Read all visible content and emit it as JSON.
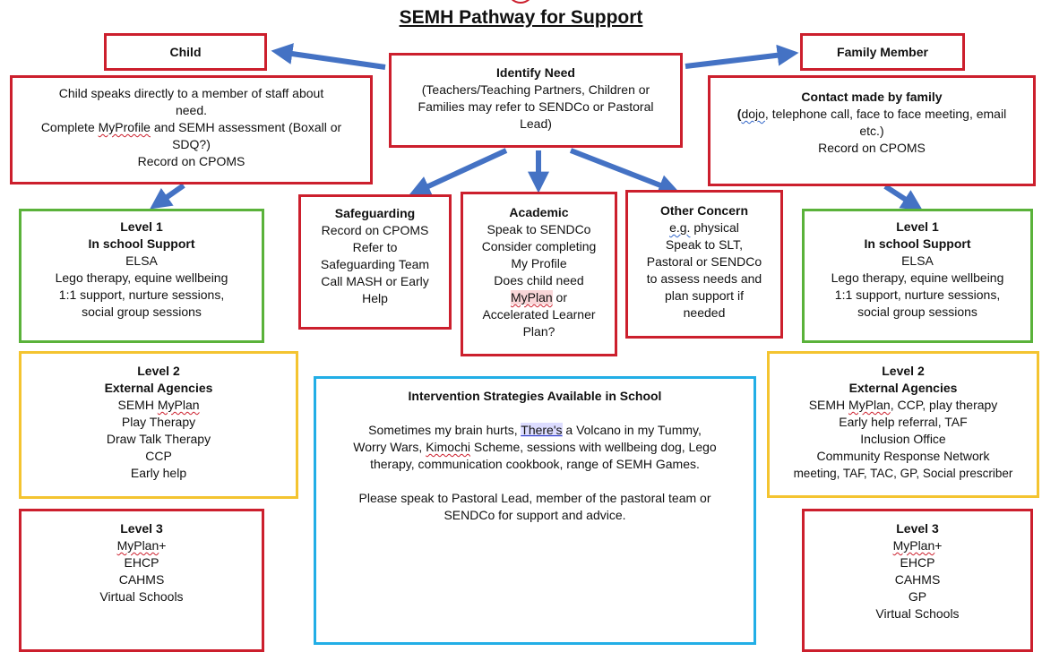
{
  "title": "SEMH Pathway for Support",
  "colors": {
    "red": "#cc1f2d",
    "green": "#5ab23a",
    "yellow": "#f4c430",
    "blue": "#22aee6",
    "arrow": "#4472c4"
  },
  "child": {
    "label": "Child"
  },
  "family": {
    "label": "Family Member"
  },
  "identify": {
    "title": "Identify Need",
    "lines": [
      "(Teachers/Teaching Partners, Children or",
      "Families may refer to SENDCo or Pastoral",
      "Lead)"
    ]
  },
  "child_detail": {
    "line1": "Child speaks directly to a member of staff about",
    "line2": "need.",
    "line3_pre": "Complete ",
    "line3_u": "MyProfile",
    "line3_post": " and SEMH assessment (Boxall or",
    "line4": "SDQ?)",
    "line5": "Record on CPOMS"
  },
  "family_detail": {
    "title": "Contact made by family",
    "line1_pre": "(",
    "line1_u": "dojo",
    "line1_post": ", telephone call, face to face meeting, email",
    "line2": "etc.)",
    "line3": "Record on CPOMS"
  },
  "left_level1": {
    "title1": "Level 1",
    "title2": "In school Support",
    "lines": [
      "ELSA",
      "Lego therapy, equine wellbeing",
      "1:1 support, nurture sessions,",
      "social group sessions"
    ]
  },
  "right_level1": {
    "title1": "Level 1",
    "title2": "In school Support",
    "lines": [
      "ELSA",
      "Lego therapy, equine wellbeing",
      "1:1 support, nurture sessions,",
      "social group sessions"
    ]
  },
  "safeguarding": {
    "title": "Safeguarding",
    "lines": [
      "Record on CPOMS",
      "Refer to",
      "Safeguarding Team",
      "Call MASH or Early",
      "Help"
    ]
  },
  "academic": {
    "title": "Academic",
    "lines": [
      "Speak to SENDCo",
      "Consider completing",
      "My Profile",
      "Does child need"
    ],
    "myplan": "MyPlan",
    "myplan_post": " or",
    "lines2": [
      "Accelerated Learner",
      "Plan?"
    ]
  },
  "other": {
    "title": "Other Concern",
    "eg": "e.g.",
    "eg_post": " physical",
    "lines": [
      "Speak to SLT,",
      "Pastoral or SENDCo",
      "to assess needs and",
      "plan support if",
      "needed"
    ]
  },
  "left_level2": {
    "title1": "Level 2",
    "title2": "External Agencies",
    "semh_pre": "SEMH ",
    "semh_u": "MyPlan",
    "lines": [
      "Play Therapy",
      "Draw Talk Therapy",
      "CCP",
      "Early help"
    ]
  },
  "right_level2": {
    "title1": "Level 2",
    "title2": "External Agencies",
    "semh_pre": "SEMH ",
    "semh_u": "MyPlan",
    "semh_post": ", CCP, play therapy",
    "lines": [
      "Early help referral, TAF",
      "Inclusion Office",
      "Community Response Network",
      "meeting, TAF, TAC, GP, Social prescriber"
    ]
  },
  "interventions": {
    "title": "Intervention Strategies Available in School",
    "p1_pre": "Sometimes my brain hurts, ",
    "p1_hl": "There's",
    "p1_post": " a Volcano in my Tummy,",
    "p2_pre": "Worry Wars, ",
    "p2_u": "Kimochi",
    "p2_post": " Scheme, sessions with wellbeing dog, Lego",
    "p3": "therapy, communication cookbook, range of SEMH Games.",
    "p4": "Please speak to Pastoral Lead, member of the pastoral team or",
    "p5": "SENDCo for support and advice."
  },
  "left_level3": {
    "title": "Level 3",
    "myplan": "MyPlan",
    "myplan_post": "+",
    "lines": [
      "EHCP",
      "CAHMS",
      "Virtual Schools"
    ]
  },
  "right_level3": {
    "title": "Level 3",
    "myplan": "MyPlan",
    "myplan_post": "+",
    "lines": [
      "EHCP",
      "CAHMS",
      "GP",
      "Virtual Schools"
    ]
  }
}
